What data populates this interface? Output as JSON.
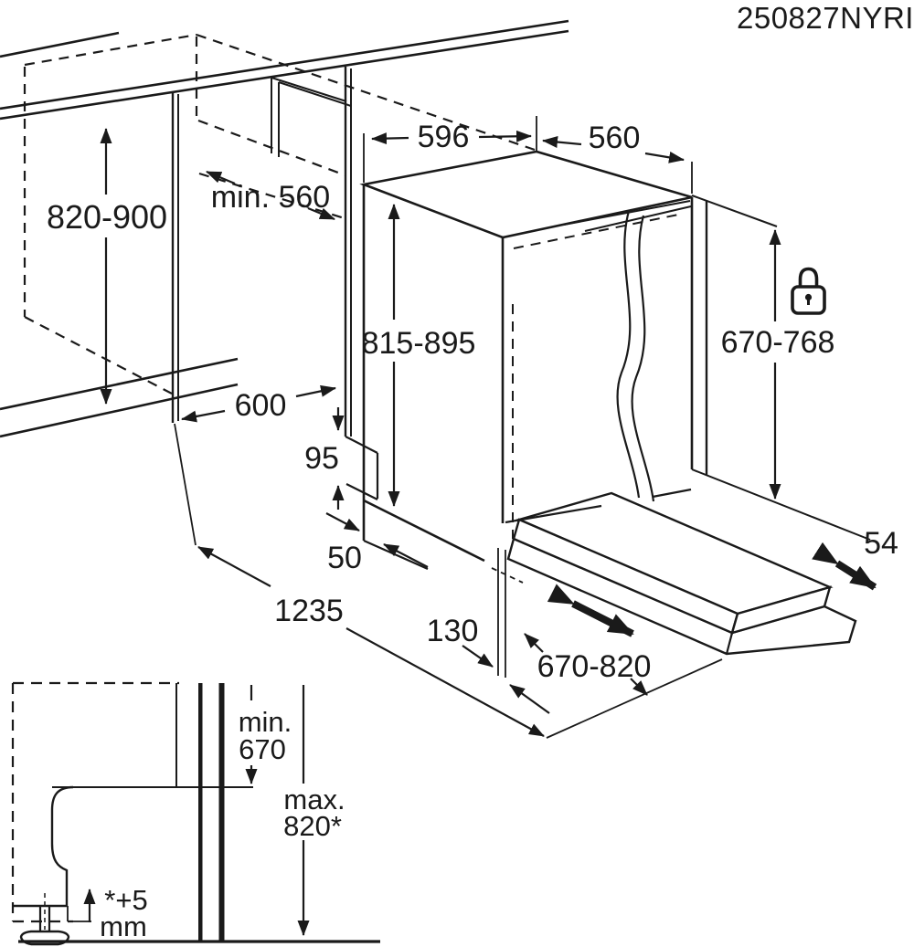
{
  "header": {
    "drawing_code": "250827NYRI"
  },
  "dimensions": {
    "cabinet_height": "820-900",
    "niche_depth": "min. 560",
    "niche_width": "600",
    "appliance_width": "596",
    "appliance_depth": "560",
    "appliance_height": "815-895",
    "door_panel_height": "670-768",
    "plinth_height": "95",
    "plinth_recess": "50",
    "total_depth_door_open": "1235",
    "plinth_to_panel": "130",
    "sliding_panel_height": "670-820",
    "slide_travel": "54"
  },
  "detail_inset": {
    "min_label": "min.",
    "min_value": "670",
    "max_label": "max.",
    "max_value": "820*",
    "tolerance_value": "*+5",
    "tolerance_unit": "mm"
  },
  "icons": [
    "lock-icon"
  ],
  "colors": {
    "ink": "#1a1a1a",
    "background": "#ffffff"
  }
}
